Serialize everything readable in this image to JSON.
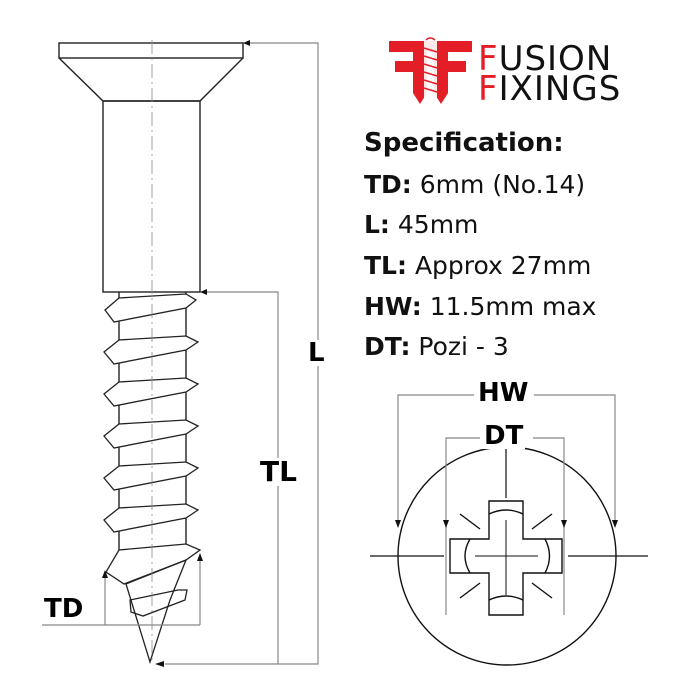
{
  "brand": {
    "line1_first": "F",
    "line1_rest": "USION",
    "line2_first": "F",
    "line2_rest": "IXINGS",
    "logo_icon": "ff-screw-logo-icon",
    "colors": {
      "red": "#e41e26",
      "text": "#111111"
    }
  },
  "specification": {
    "title": "Specification:",
    "items": [
      {
        "key": "TD:",
        "value": "6mm (No.14)"
      },
      {
        "key": "L:",
        "value": "45mm"
      },
      {
        "key": "TL:",
        "value": "Approx 27mm"
      },
      {
        "key": "HW:",
        "value": "11.5mm max"
      },
      {
        "key": "DT:",
        "value": "Pozi - 3"
      }
    ]
  },
  "side_view": {
    "labels": {
      "L": "L",
      "TL": "TL",
      "TD": "TD"
    }
  },
  "head_view": {
    "labels": {
      "HW": "HW",
      "DT": "DT"
    },
    "drive_icon": "pozidriv-cross-icon"
  }
}
